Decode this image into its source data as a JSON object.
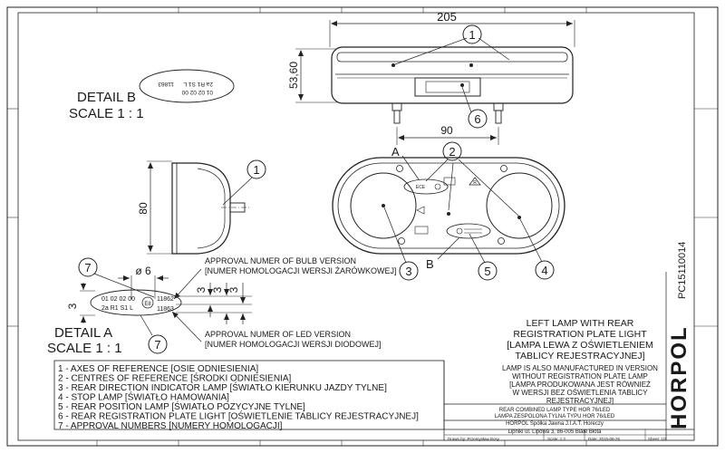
{
  "dimensions": {
    "width_205": "205",
    "height_53_60": "53,60",
    "hole_90": "90",
    "depth_80": "80",
    "dia_6": "ø 6",
    "d3_left": "3",
    "d3_a": "3",
    "d3_b": "3",
    "d3_c": "3"
  },
  "callouts": {
    "c1_top": "1",
    "c6": "6",
    "c2": "2",
    "c1_side": "1",
    "c3": "3",
    "c4": "4",
    "c5": "5",
    "c7_a": "7",
    "c7_b": "7",
    "letter_a": "A",
    "letter_b": "B"
  },
  "details": {
    "detail_b": "DETAIL B",
    "detail_b_scale": "SCALE 1 : 1",
    "detail_a": "DETAIL A",
    "detail_a_scale": "SCALE 1 : 1",
    "detail_b_code_1": "01 02 02 00",
    "detail_b_code_2": "2a R1 S1 L",
    "detail_b_code_3": "11863",
    "detail_a_code_1": "01 02 02 00",
    "detail_a_code_2": "2a R1 S1 L",
    "detail_a_code_3": "11862",
    "detail_a_code_4": "11863",
    "detail_a_e": "E8"
  },
  "approvals": {
    "bulb_en": "APPROVAL NUMER OF BULB VERSION",
    "bulb_pl": "[NUMER HOMOLOGACJI WERSJI ŻARÓWKOWEJ]",
    "led_en": "APPROVAL NUMER OF LED VERSION",
    "led_pl": "[NUMER HOMOLOGACJI WERSJI DIODOWEJ]"
  },
  "legend": [
    "1 - AXES OF REFERENCE [OSIE ODNIESIENIA]",
    "2 - CENTRES OF REFERENCE [ŚRODKI ODNIESIENIA]",
    "3 - REAR DIRECTION INDICATOR LAMP [ŚWIATŁO KIERUNKU JAZDY TYLNE]",
    "4 - STOP LAMP [ŚWIATŁO HAMOWANIA]",
    "5 - REAR POSITION LAMP [ŚWIATŁO POZYCYJNE TYLNE]",
    "6 - REAR REGISTRATION PLATE LIGHT [OŚWIETLENIE TABLICY REJESTRACYJNEJ]",
    "7 - APPROVAL NUMBERS [NUMERY HOMOLOGACJI]"
  ],
  "title_block": {
    "title": [
      "LEFT LAMP WITH REAR",
      "REGISTRATION PLATE LIGHT",
      "[LAMPA LEWA Z OŚWIETLENIEM",
      "TABLICY REJESTRACYJNEJ]"
    ],
    "note": [
      "LAMP IS ALSO MANUFACTURED IN VERSION",
      "WITHOUT REGISTRATION PLATE LAMP",
      "[LAMPA PRODUKOWANA JEST RÓWNIEŻ",
      "W WERSJI BEZ OŚWIETLENIA TABLICY",
      "REJESTRACYJNEJ]"
    ],
    "type_en": "REAR COMBINED LAMP TYPE HOR 76/LED",
    "type_pl": "LAMPA ZESPOLONA TYLNA TYPU HOR 76/LED",
    "company_1": "HORPOL Spółka Jawna   J.I.A.T. Horeczy",
    "company_2": "Lipniki ul. Lipowa 3, 86-005 Białe Błota",
    "drawn_by": "Drawn by: Przemysław Bosy",
    "scale": "Scale: 1:2",
    "date": "Date: 2015-08-26",
    "sheet": "Sheet: 1/2",
    "brand": "HORPOL",
    "doc_number": "PC15110014"
  },
  "lamp_markings": {
    "bulb_plate_1": "ECE",
    "bulb_plate_2": "ARROW",
    "triangle": "R"
  }
}
